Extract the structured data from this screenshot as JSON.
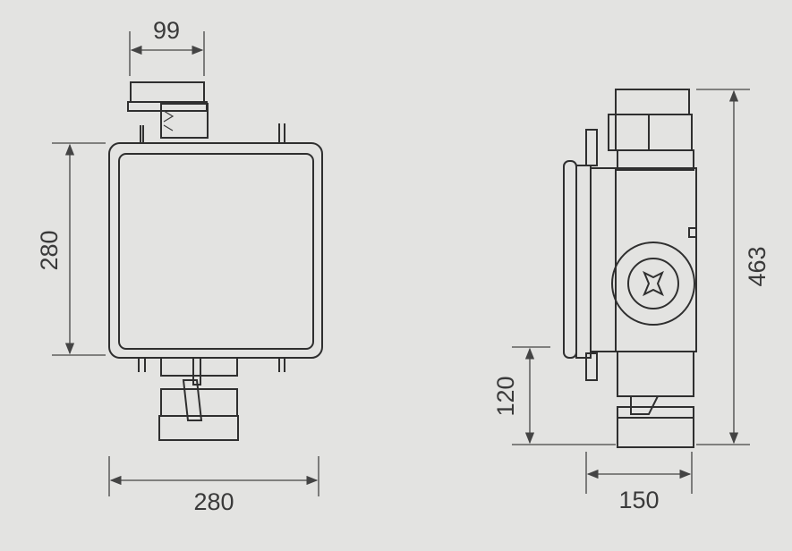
{
  "front_view": {
    "dim_top_width": "99",
    "dim_height": "280",
    "dim_width": "280"
  },
  "side_view": {
    "dim_total_height": "463",
    "dim_bottom_outlet": "120",
    "dim_depth": "150"
  },
  "colors": {
    "background": "#e3e3e1",
    "line": "#2f2f2f"
  }
}
